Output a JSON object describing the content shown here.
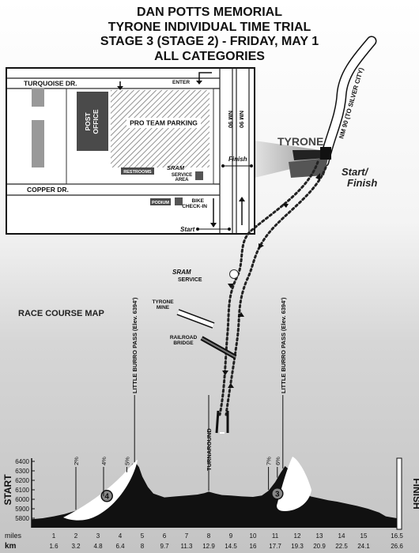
{
  "title_lines": [
    "DAN POTTS MEMORIAL",
    "TYRONE INDIVIDUAL TIME TRIAL",
    "STAGE 3 (STAGE 2) - FRIDAY, MAY 1",
    "ALL CATEGORIES"
  ],
  "inset": {
    "streets": {
      "turquoise": "TURQUOISE DR.",
      "copper": "COPPER DR.",
      "nm90_a": "NM 90",
      "nm90_b": "NM 90"
    },
    "buildings": {
      "post_office": [
        "POST",
        "OFFICE"
      ],
      "pro_team_parking": "PRO TEAM PARKING",
      "restrooms": "RESTROOMS",
      "podium": "PODIUM"
    },
    "labels": {
      "enter": "ENTER",
      "sram": "SRAM",
      "service_area": [
        "SERVICE",
        "AREA"
      ],
      "bike_checkin": [
        "BIKE",
        "CHECK-IN"
      ],
      "finish": "Finish",
      "start": "Start"
    }
  },
  "route": {
    "tyrone": "TYRONE",
    "highway": "NM 90 (TO SILVER CITY)",
    "start_finish": [
      "Start/",
      "Finish"
    ],
    "sram": "SRAM",
    "sram_service": "SERVICE",
    "tyrone_mine": [
      "TYRONE",
      "MINE"
    ],
    "railroad_bridge": [
      "RAILROAD",
      "BRIDGE"
    ],
    "race_course_map": "RACE COURSE MAP"
  },
  "chart_data": {
    "type": "area",
    "ylim": [
      5700,
      6400
    ],
    "yticks": [
      5800,
      5900,
      6000,
      6100,
      6200,
      6300,
      6400
    ],
    "xlim": [
      0,
      16.5
    ],
    "miles_label": "miles",
    "km_label": "km",
    "start_label": "START",
    "finish_label": "FINISH",
    "miles_ticks": [
      "1",
      "2",
      "3",
      "4",
      "5",
      "6",
      "7",
      "8",
      "9",
      "10",
      "11",
      "12",
      "13",
      "14",
      "15",
      "16.5"
    ],
    "km_ticks": [
      "1.6",
      "3.2",
      "4.8",
      "6.4",
      "8",
      "9.7",
      "11.3",
      "12.9",
      "14.5",
      "16",
      "17.7",
      "19.3",
      "20.9",
      "22.5",
      "24.1",
      "26.6"
    ],
    "profile": {
      "x": [
        0,
        0.5,
        1,
        1.5,
        2,
        2.5,
        3,
        3.4,
        3.8,
        4.1,
        4.4,
        4.55,
        4.7,
        4.85,
        5.0,
        5.25,
        5.5,
        6,
        6.5,
        7,
        7.5,
        7.8,
        8,
        8.3,
        8.6,
        9,
        9.5,
        10,
        10.4,
        10.7,
        11.0,
        11.25,
        11.45,
        11.7,
        12.0,
        12.3,
        12.6,
        13.0,
        13.4,
        13.8,
        14.2,
        14.7,
        15.2,
        15.7,
        16.0,
        16.5
      ],
      "y": [
        5790,
        5800,
        5820,
        5845,
        5880,
        5930,
        5980,
        6050,
        6130,
        6210,
        6310,
        6375,
        6385,
        6340,
        6240,
        6130,
        6060,
        6020,
        6030,
        6040,
        6050,
        6065,
        6080,
        6060,
        6045,
        6040,
        6030,
        6025,
        6040,
        6090,
        6180,
        6280,
        6350,
        6300,
        6200,
        6100,
        6030,
        6010,
        5990,
        5975,
        5955,
        5930,
        5900,
        5860,
        5820,
        5800
      ]
    },
    "annotations": [
      {
        "x": 2.0,
        "label": "2%"
      },
      {
        "x": 3.25,
        "label": "4%"
      },
      {
        "x": 4.3,
        "label": "5%"
      },
      {
        "x": 4.65,
        "label": "LITTLE BURRO PASS (Elev. 6394')"
      },
      {
        "x": 8.0,
        "label": "TURNAROUND"
      },
      {
        "x": 10.7,
        "label": "7%"
      },
      {
        "x": 11.1,
        "label": "6%"
      },
      {
        "x": 11.35,
        "label": "LITTLE BURRO PASS (Elev. 6394')"
      }
    ],
    "climbs": [
      {
        "label": "4",
        "x": 3.4,
        "y": 6035
      },
      {
        "label": "3",
        "x": 11.1,
        "y": 6060
      }
    ]
  }
}
